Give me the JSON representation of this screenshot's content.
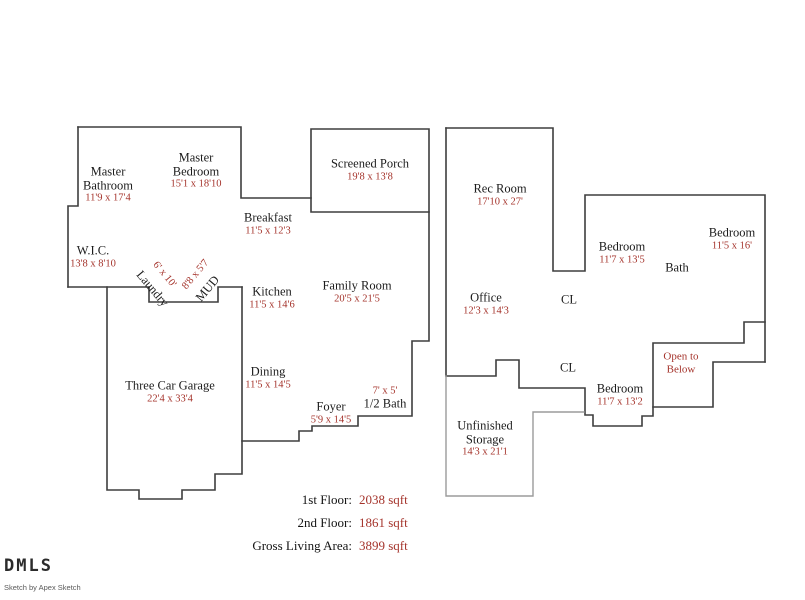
{
  "branding": {
    "logo_text": "DMLS",
    "credit": "Sketch by Apex Sketch"
  },
  "colors": {
    "wall": "#3e3e3e",
    "wall_unfinished": "#9b9b9b",
    "room_name": "#1c1c1c",
    "dimension_text": "#a5342c"
  },
  "floor1": {
    "rooms": {
      "master_bathroom": {
        "name": "Master\nBathroom",
        "dims": "11'9 x 17'4"
      },
      "master_bedroom": {
        "name": "Master\nBedroom",
        "dims": "15'1 x 18'10"
      },
      "screened_porch": {
        "name": "Screened Porch",
        "dims": "19'8 x 13'8"
      },
      "breakfast": {
        "name": "Breakfast",
        "dims": "11'5 x 12'3"
      },
      "wic": {
        "name": "W.I.C.",
        "dims": "13'8 x 8'10"
      },
      "laundry": {
        "name": "Laundry",
        "dims": "6' x 10'"
      },
      "mud": {
        "name": "MUD",
        "dims": "8'8 x 5'7"
      },
      "kitchen": {
        "name": "Kitchen",
        "dims": "11'5 x 14'6"
      },
      "family_room": {
        "name": "Family Room",
        "dims": "20'5 x 21'5"
      },
      "dining": {
        "name": "Dining",
        "dims": "11'5 x 14'5"
      },
      "garage": {
        "name": "Three Car Garage",
        "dims": "22'4 x 33'4"
      },
      "foyer": {
        "name": "Foyer",
        "dims": "5'9 x 14'5"
      },
      "half_bath": {
        "name": "1/2 Bath",
        "dims": "7' x 5'"
      }
    }
  },
  "floor2": {
    "rooms": {
      "rec_room": {
        "name": "Rec Room",
        "dims": "17'10 x 27'"
      },
      "office": {
        "name": "Office",
        "dims": "12'3 x 14'3"
      },
      "cl_upper": {
        "name": "CL"
      },
      "cl_lower": {
        "name": "CL"
      },
      "bedroom_left": {
        "name": "Bedroom",
        "dims": "11'7 x 13'5"
      },
      "bedroom_right": {
        "name": "Bedroom",
        "dims": "11'5 x 16'"
      },
      "bath": {
        "name": "Bath"
      },
      "bedroom_lower": {
        "name": "Bedroom",
        "dims": "11'7 x 13'2"
      },
      "open_to_below": {
        "label": "Open to\nBelow"
      },
      "unfinished_storage": {
        "name": "Unfinished\nStorage",
        "dims": "14'3 x 21'1"
      }
    }
  },
  "summary": {
    "first_floor": {
      "label": "1st Floor:",
      "value": "2038 sqft"
    },
    "second_floor": {
      "label": "2nd Floor:",
      "value": "1861 sqft"
    },
    "gross": {
      "label": "Gross Living Area:",
      "value": "3899 sqft"
    }
  }
}
